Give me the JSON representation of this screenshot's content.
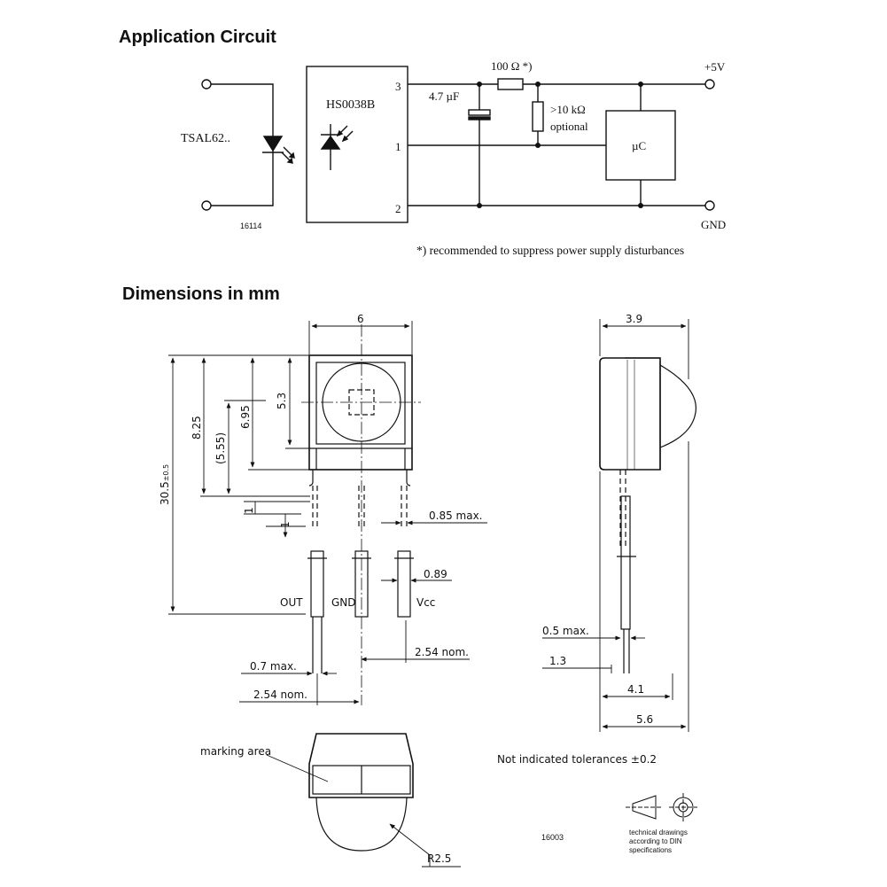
{
  "headings": {
    "application_circuit": "Application Circuit",
    "dimensions": "Dimensions in mm"
  },
  "circuit": {
    "emitter_label": "TSAL62..",
    "receiver_label": "HS0038B",
    "pin_3": "3",
    "pin_1": "1",
    "pin_2": "2",
    "capacitor_label": "4.7 µF",
    "resistor_label": "100 Ω *)",
    "pullup_label_1": ">10 kΩ",
    "pullup_label_2": "optional",
    "mcu_label": "µC",
    "vplus_label": "+5V",
    "gnd_label": "GND",
    "drawing_number": "16114",
    "footnote": "*) recommended to suppress power supply disturbances"
  },
  "dimensions": {
    "width_6": "6",
    "depth_3_9": "3.9",
    "height_8_25": "8.25",
    "height_6_95": "6.95",
    "height_5_55": "(5.55)",
    "height_5_3": "5.3",
    "total_length": "30.5",
    "total_length_tol": "±0.5",
    "dim_1a": "1",
    "dim_1b": "1",
    "pin_width_max": "0.85 max.",
    "pin_0_89": "0.89",
    "pin_out": "OUT",
    "pin_gnd": "GND",
    "pin_vcc": "Vcc",
    "pin_0_7": "0.7 max.",
    "pitch_right": "2.54 nom.",
    "pitch_left": "2.54 nom.",
    "side_0_5": "0.5 max.",
    "side_1_3": "1.3",
    "side_4_1": "4.1",
    "side_5_6": "5.6",
    "marking_area": "marking area",
    "radius": "R2.5",
    "tolerances": "Not indicated tolerances ±0.2",
    "drawing_number": "16003",
    "din_note_1": "technical drawings",
    "din_note_2": "according to DIN",
    "din_note_3": "specifications"
  }
}
